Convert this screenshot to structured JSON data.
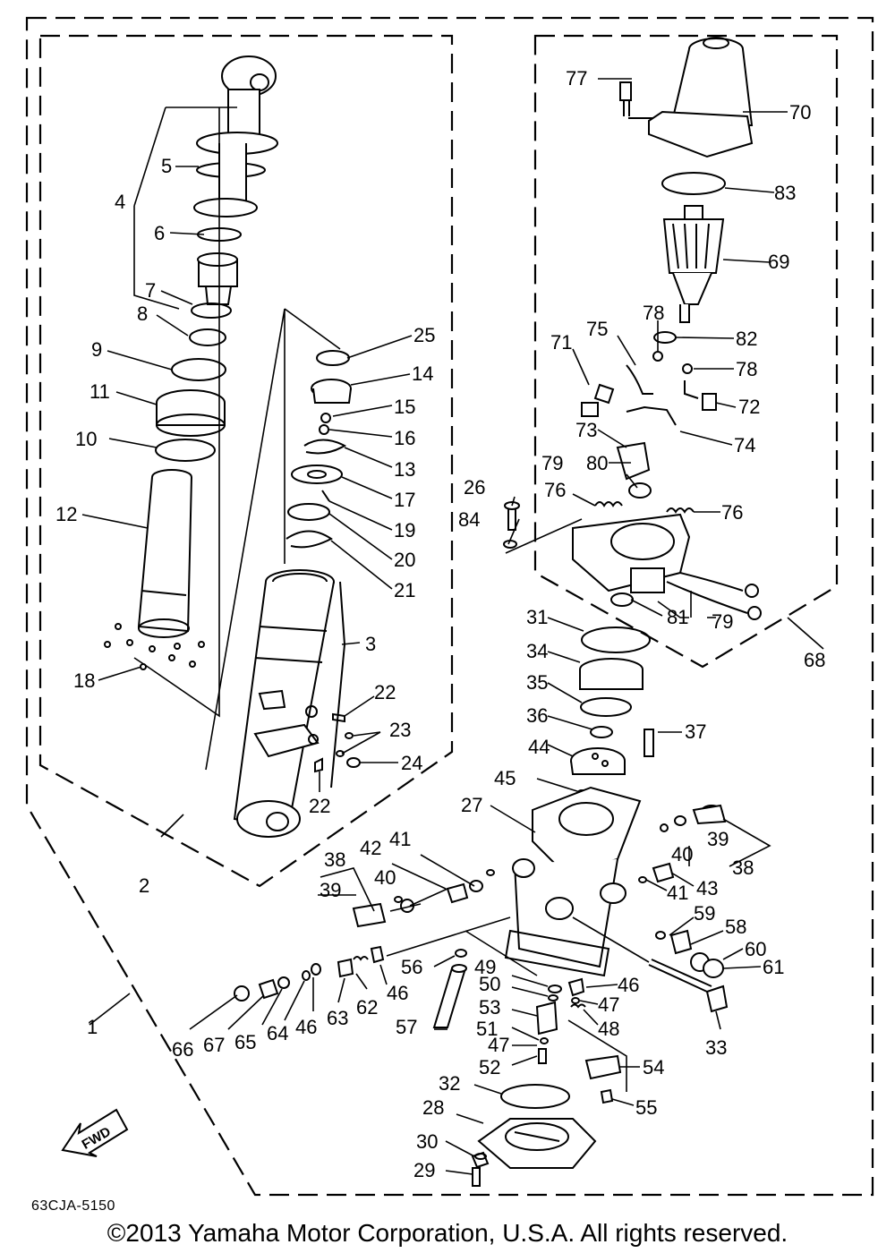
{
  "figure_code": "63CJA-5150",
  "copyright": "©2013 Yamaha Motor Corporation, U.S.A. All rights reserved.",
  "fwd_label": "FWD",
  "callouts": [
    "1",
    "2",
    "3",
    "4",
    "5",
    "6",
    "7",
    "8",
    "9",
    "10",
    "11",
    "12",
    "13",
    "14",
    "15",
    "16",
    "17",
    "18",
    "19",
    "20",
    "21",
    "22",
    "22",
    "23",
    "24",
    "25",
    "26",
    "27",
    "28",
    "29",
    "30",
    "31",
    "32",
    "33",
    "34",
    "35",
    "36",
    "37",
    "38",
    "38",
    "39",
    "39",
    "40",
    "40",
    "41",
    "41",
    "42",
    "43",
    "44",
    "45",
    "46",
    "46",
    "46",
    "47",
    "47",
    "48",
    "49",
    "50",
    "51",
    "52",
    "53",
    "54",
    "55",
    "56",
    "57",
    "58",
    "59",
    "60",
    "61",
    "62",
    "63",
    "64",
    "65",
    "66",
    "67",
    "68",
    "69",
    "70",
    "71",
    "72",
    "73",
    "74",
    "75",
    "76",
    "76",
    "77",
    "78",
    "78",
    "79",
    "79",
    "80",
    "81",
    "82",
    "83",
    "84"
  ]
}
